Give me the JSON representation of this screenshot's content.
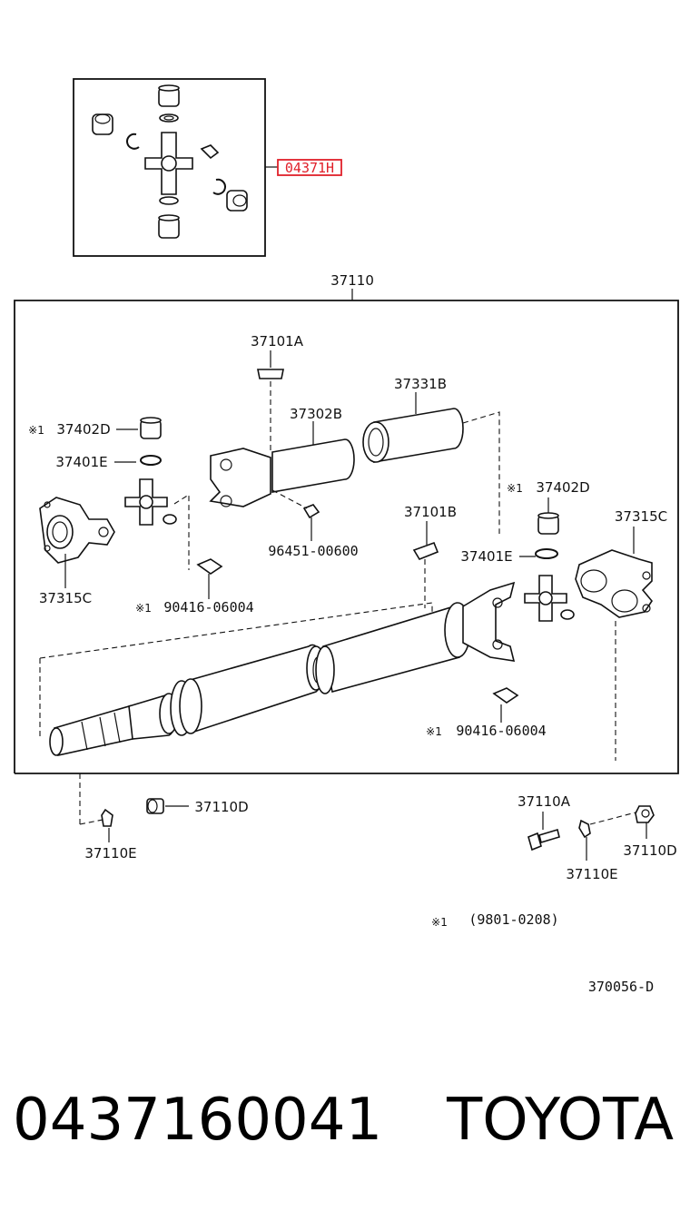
{
  "inset": {
    "callout": "04371H",
    "callout_color": "#e0202a"
  },
  "assembly": {
    "label": "37110"
  },
  "labels": {
    "p37101A": "37101A",
    "p37331B": "37331B",
    "p37302B": "37302B",
    "p37402D_left": "37402D",
    "p37401E_left": "37401E",
    "p37315C_left": "37315C",
    "p96451": "96451-00600",
    "p90416_left": "90416-06004",
    "p37402D_right": "37402D",
    "p37101B": "37101B",
    "p37315C_right": "37315C",
    "p37401E_right": "37401E",
    "p90416_right": "90416-06004",
    "p37110D_left": "37110D",
    "p37110E_left": "37110E",
    "p37110A": "37110A",
    "p37110E_right": "37110E",
    "p37110D_right": "37110D"
  },
  "marks": {
    "m_37402D_left": "※1",
    "m_90416_left": "※1",
    "m_37402D_right": "※1",
    "m_90416_right": "※1",
    "m_note": "※1"
  },
  "footnote": "(9801-0208)",
  "diagram_code": "370056-D",
  "part_number": "0437160041",
  "brand": "TOYOTA"
}
